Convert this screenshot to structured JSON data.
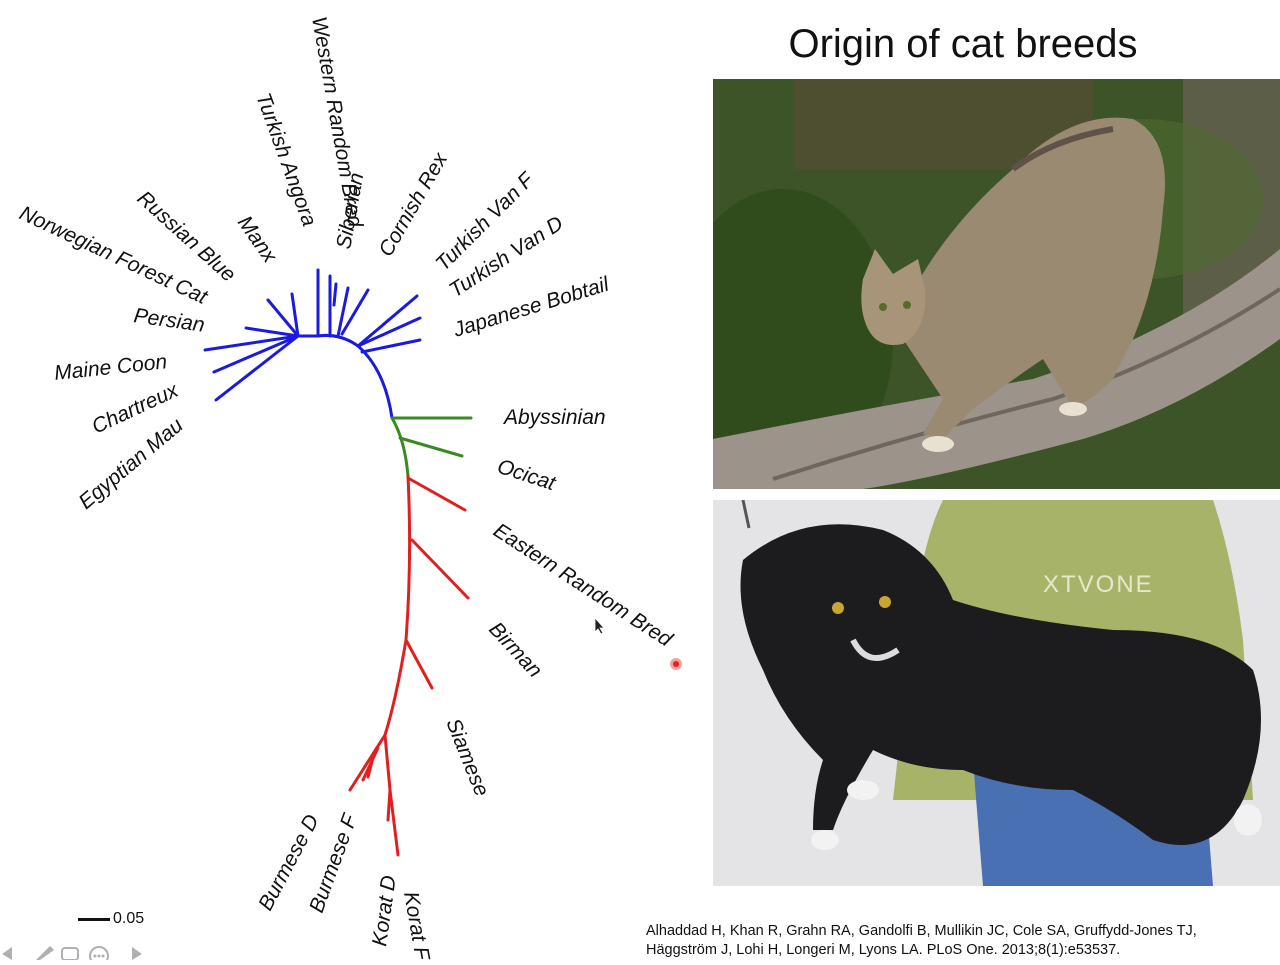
{
  "slide": {
    "title": "Origin of cat breeds"
  },
  "tree": {
    "colors": {
      "clade_blue": "#1a1ae0",
      "clade_green": "#3a8a22",
      "clade_red": "#e02020",
      "text": "#111111"
    },
    "blue_labels": [
      "Western Random Bred",
      "Turkish Angora",
      "Siberian",
      "Cornish Rex",
      "Manx",
      "Russian Blue",
      "Norwegian Forest Cat",
      "Turkish Van F",
      "Turkish Van D",
      "Japanese Bobtail",
      "Persian",
      "Maine Coon",
      "Chartreux",
      "Egyptian Mau"
    ],
    "green_labels": [
      "Abyssinian",
      "Ocicat"
    ],
    "red_labels": [
      "Eastern Random Bred",
      "Birman",
      "Siamese",
      "Burmese D",
      "Burmese F",
      "Korat D",
      "Korat F"
    ],
    "scale_label": "0.05"
  },
  "photos": {
    "top_icon": "wildcat-photo",
    "bottom_icon": "maine-coon-photo",
    "shirt_text": "XTVONE"
  },
  "citation": {
    "line1": "Alhaddad H, Khan R, Grahn RA, Gandolfi B, Mullikin JC, Cole SA, Gruffydd-Jones TJ,",
    "line2": "Häggström J, Lohi H, Longeri M, Lyons LA. PLoS One. 2013;8(1):e53537."
  },
  "nav": {
    "icons": [
      "arrow-left-icon",
      "pencil-icon",
      "slides-icon",
      "more-icon",
      "arrow-right-icon"
    ]
  }
}
